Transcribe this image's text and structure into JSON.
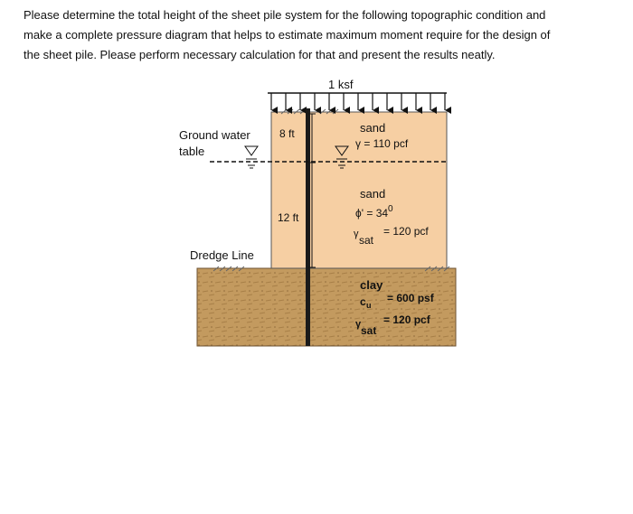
{
  "problem": {
    "lines": [
      "Please determine the total height of the sheet pile system for the following topographic condition and",
      "make a complete pressure diagram that helps to estimate maximum moment require for the design of",
      "the sheet pile. Please perform necessary calculation for that and present the results neatly."
    ]
  },
  "figure": {
    "surcharge_label": "1 ksf",
    "groundwater_label_line1": "Ground water",
    "groundwater_label_line2": "table",
    "dim_upper": "8 ft",
    "dim_lower": "12 ft",
    "dredge_label": "Dredge Line",
    "layer1": {
      "name": "sand",
      "gamma": "γ = 110 pcf"
    },
    "layer2": {
      "name": "sand",
      "phi_sym": "ϕ' = 34",
      "phi_sup": "0",
      "gsat_sym": "γ",
      "gsat_sub": "sat",
      "gsat_val": "= 120 pcf"
    },
    "layer3": {
      "name": "clay",
      "cu_sym": "c",
      "cu_sub": "u",
      "cu_val": "= 600 psf",
      "gsat_sym": "γ",
      "gsat_sub": "sat",
      "gsat_val": "= 120 pcf"
    },
    "colors": {
      "sand": "#f6cfa3",
      "clay": "#c39a5f",
      "wall": "#1a1a1a",
      "line": "#222222"
    }
  }
}
